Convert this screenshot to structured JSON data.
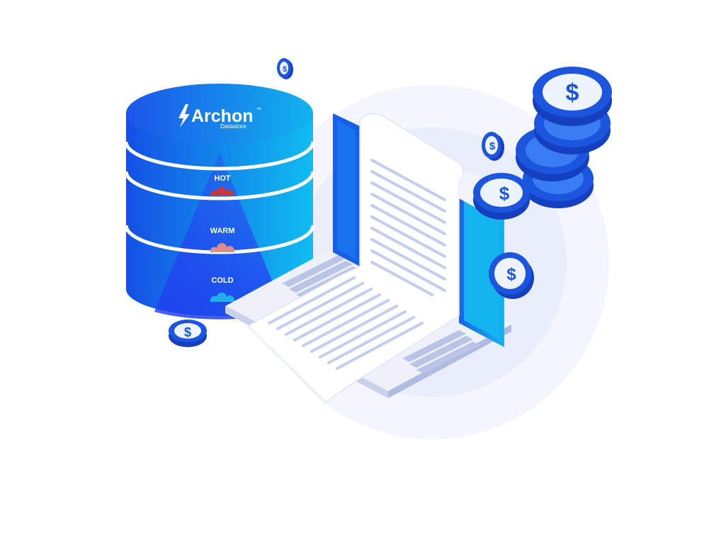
{
  "brand": {
    "name": "Archon",
    "trademark": "™",
    "product": "Datastore"
  },
  "tiers": {
    "hot": "HOT",
    "warm": "WARM",
    "cold": "COLD"
  },
  "coins": {
    "symbol": "$"
  },
  "colors": {
    "cylinder_dark": "#1650e6",
    "cylinder_light": "#12b8ef",
    "hot_cloud": "#c6393b",
    "warm_cloud": "#e08a8c",
    "cold_cloud": "#22aee6",
    "coin_blue": "#1c56de",
    "halo": "#eef2fb"
  }
}
